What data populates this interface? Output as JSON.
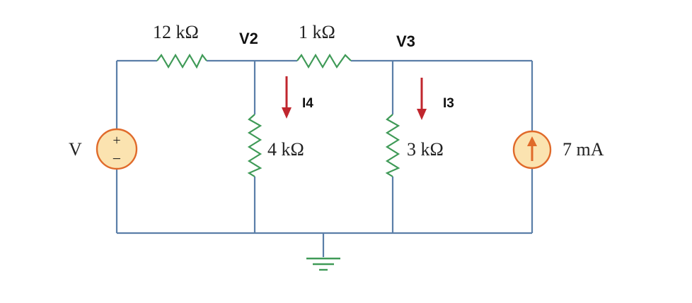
{
  "labels": {
    "r12": "12 kΩ",
    "r1": "1 kΩ",
    "r4": "4 kΩ",
    "r3": "3 kΩ",
    "node_v2": "V2",
    "node_v3": "V3",
    "i4": "I4",
    "i3": "I3",
    "source_v": "V",
    "source_i": "7 mA",
    "plus": "+",
    "minus": "−"
  },
  "colors": {
    "wire": "#5a7ea8",
    "resistor": "#3f9a57",
    "source_fill": "#fbe3b0",
    "source_stroke": "#e06a2a",
    "arrow": "#c0262e",
    "ground": "#3f9a57"
  }
}
